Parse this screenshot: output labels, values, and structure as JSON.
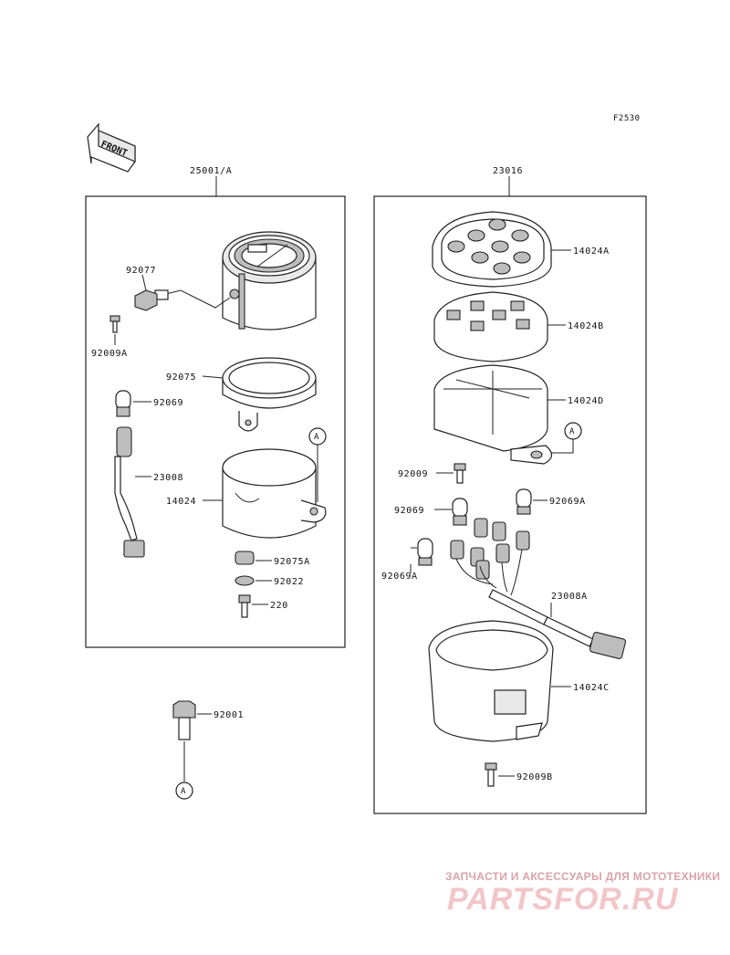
{
  "figure_code": "F2530",
  "front_label": "FRONT",
  "left_group": {
    "title": "25001/A",
    "labels": {
      "p92077": "92077",
      "p92009a": "92009A",
      "p92075": "92075",
      "p92069": "92069",
      "p23008": "23008",
      "p14024": "14024",
      "p92075a": "92075A",
      "p92022": "92022",
      "p220": "220",
      "refA": "A"
    }
  },
  "right_group": {
    "title": "23016",
    "labels": {
      "p14024a": "14024A",
      "p14024b": "14024B",
      "p14024d": "14024D",
      "p92009": "92009",
      "p92069": "92069",
      "p92069a_right": "92069A",
      "p92069a_left": "92069A",
      "p23008a": "23008A",
      "p14024c": "14024C",
      "p92009b": "92009B",
      "refA": "A"
    }
  },
  "loose": {
    "p92001": "92001",
    "refA": "A"
  },
  "watermark": {
    "top": "ЗАПЧАСТИ И АКСЕССУАРЫ ДЛЯ МОТОТЕХНИКИ",
    "brand": "PARTSFOR.RU"
  }
}
